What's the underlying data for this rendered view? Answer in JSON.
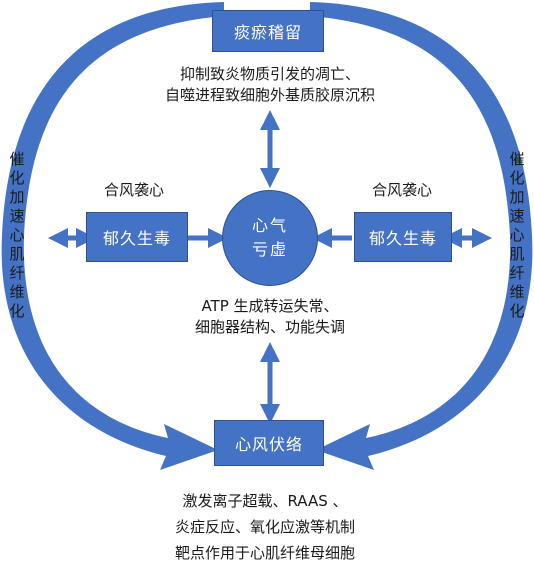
{
  "colors": {
    "box_fill": "#4472C4",
    "box_border": "#2F528F",
    "box_text": "#FFFFFF",
    "text": "#1A1A1A"
  },
  "top_box": "痰瘀稽留",
  "top_text": {
    "line1": "抑制致炎物质引发的凋亡、",
    "line2": "自噬进程致细胞外基质胶原沉积"
  },
  "center_circle": {
    "line1": "心气",
    "line2": "亏虚"
  },
  "left": {
    "label": "合风袭心",
    "box": "郁久生毒"
  },
  "right": {
    "label": "合风袭心",
    "box": "郁久生毒"
  },
  "middle_text": {
    "line1": "ATP 生成转运失常、",
    "line2": "细胞器结构、功能失调"
  },
  "bottom_box": "心风伏络",
  "bottom_text": {
    "line1": "激发离子超载、RAAS 、",
    "line2": "炎症反应、氧化应激等机制",
    "line3": "靶点作用于心肌纤维母细胞"
  },
  "side_left": "催化加速心肌纤维化",
  "side_right": "催化加速心肌纤维化"
}
